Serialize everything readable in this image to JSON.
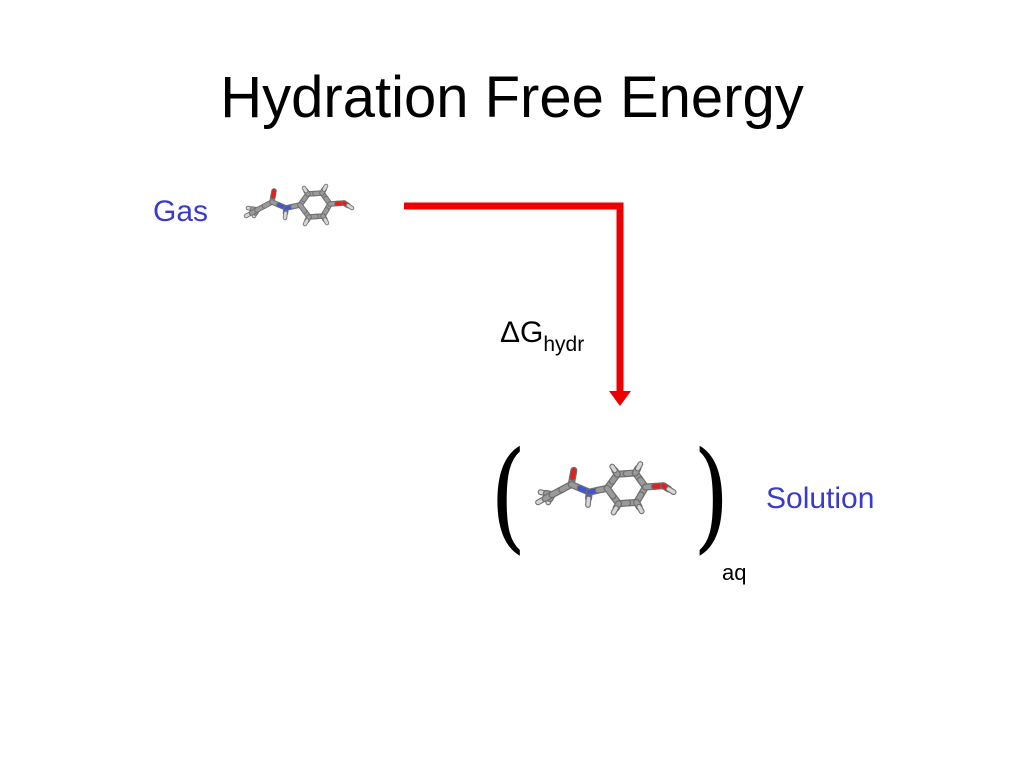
{
  "title": "Hydration Free Energy",
  "gas_label": "Gas",
  "solution_label": "Solution",
  "delta_symbol": "ΔG",
  "delta_subscript": "hydr",
  "paren_left": "(",
  "paren_right": ")",
  "aq_subscript": "aq",
  "molecule_icon": "acetaminophen-molecule-icon",
  "colors": {
    "label_blue": "#3a3acc",
    "arrow_red": "#ee0000",
    "carbon_gray": "#9a9a9a",
    "nitrogen_blue": "#3f55d6",
    "oxygen_red": "#e51e1e",
    "hydrogen_white": "#f2f2f2"
  }
}
